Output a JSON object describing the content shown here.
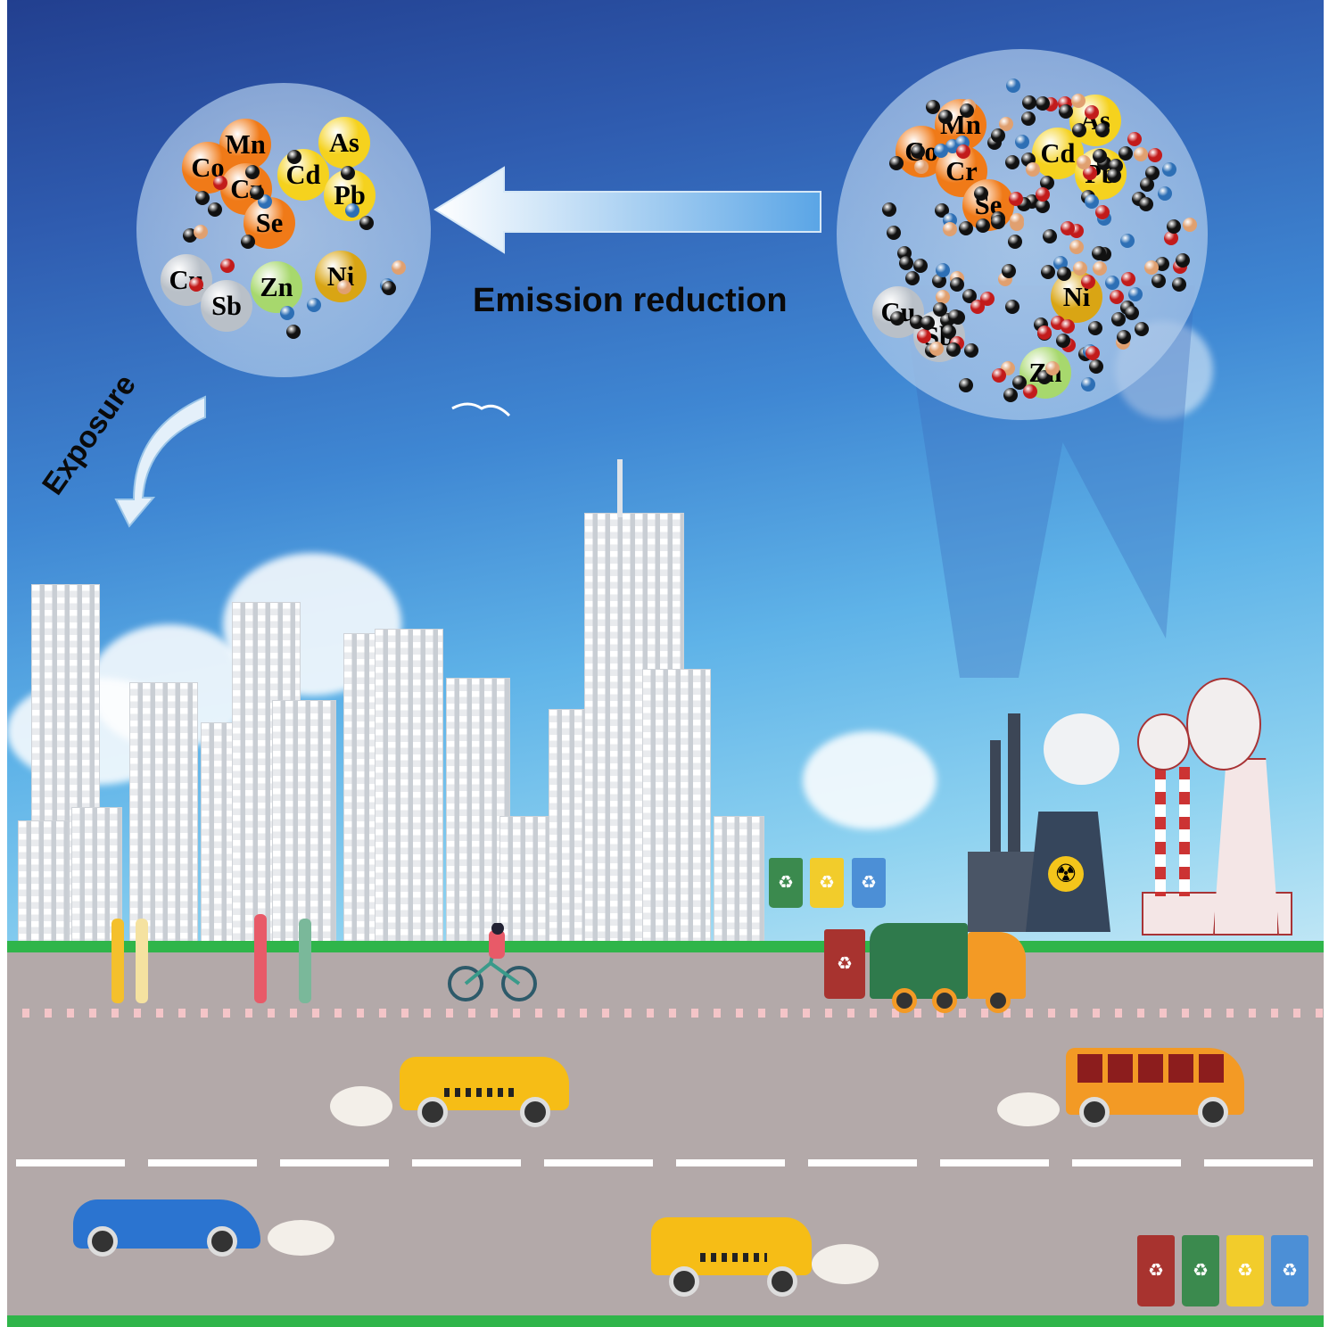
{
  "labels": {
    "emission_reduction": "Emission reduction",
    "exposure": "Exposure"
  },
  "elements": {
    "left": [
      "Mn",
      "Co",
      "Cr",
      "As",
      "Cd",
      "Pb",
      "Se",
      "Cu",
      "Sb",
      "Zn",
      "Ni"
    ],
    "right": [
      "Mn",
      "Co",
      "Cr",
      "As",
      "Cd",
      "Pb",
      "Se",
      "Cu",
      "Sb",
      "Zn",
      "Ni"
    ]
  },
  "colors": {
    "orange": "#f07a18",
    "yellow": "#f5d21e",
    "silver": "#b9c0c8",
    "green_ball": "#a7d86d",
    "gold": "#d9a514",
    "road": "#b3a9a9",
    "grass": "#2fb54a",
    "taxi": "#f6bd16",
    "bus": "#f39a25",
    "car_blue": "#2b74d0",
    "bin_red": "#a8332f",
    "bin_green": "#3b8a4e",
    "bin_yellow": "#f2cc2b",
    "bin_blue": "#4c8fd6"
  },
  "icons": [
    "recycle-icon",
    "radiation-icon"
  ]
}
